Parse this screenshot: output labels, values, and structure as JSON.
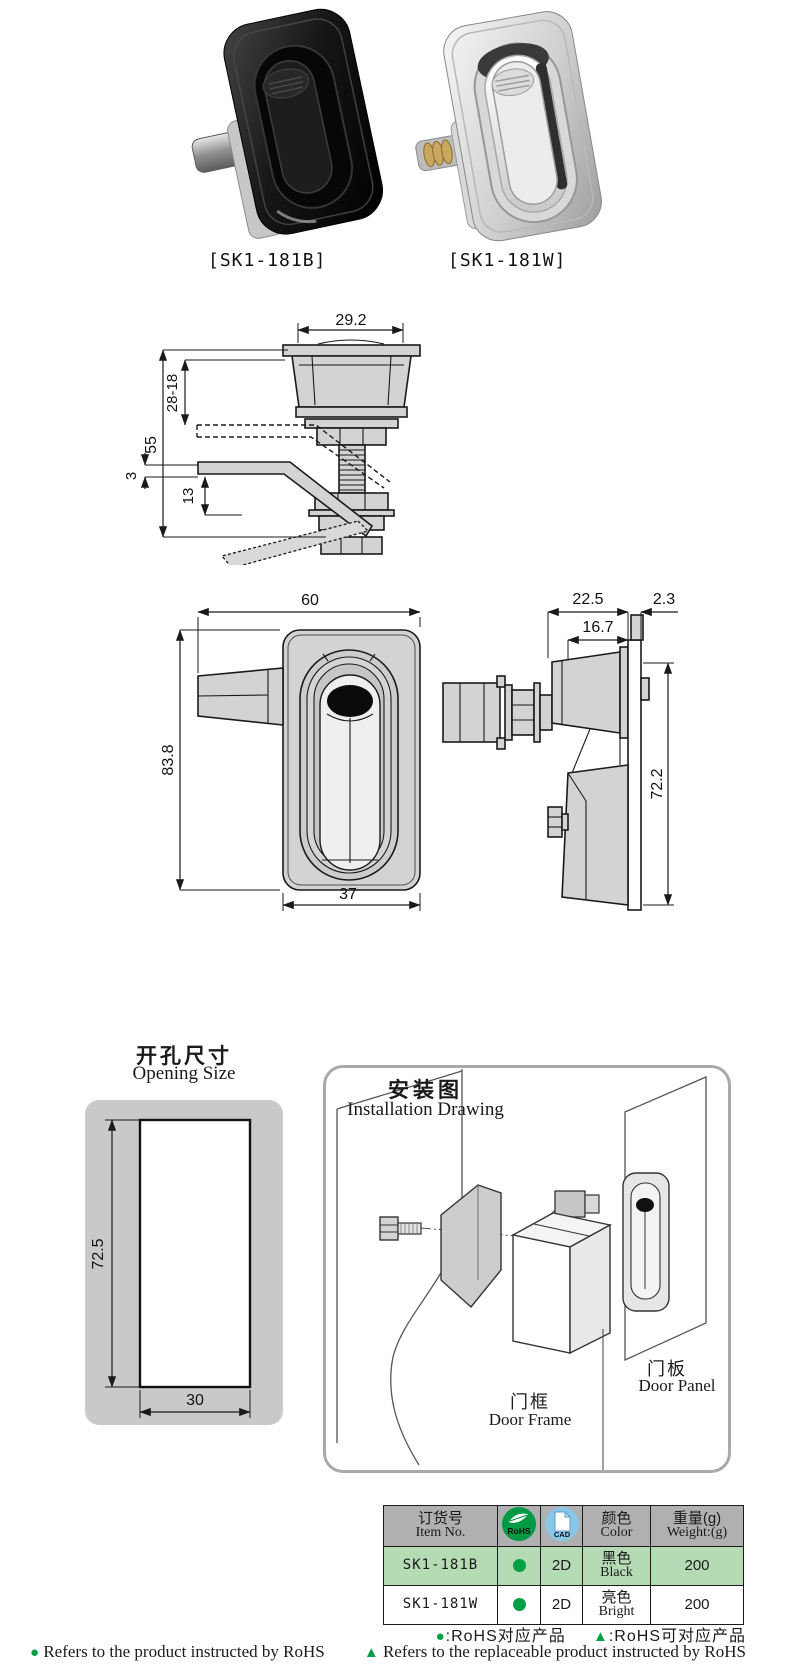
{
  "products": {
    "black": {
      "label": "[SK1-181B]"
    },
    "bright": {
      "label": "[SK1-181W]"
    }
  },
  "side_assembly": {
    "dim_width": "29.2",
    "dim_height": "55",
    "dim_grip": "28-18",
    "dim_panel": "3",
    "dim_hook": "13"
  },
  "front_view": {
    "dim_width": "60",
    "dim_height": "83.8",
    "dim_body": "37"
  },
  "profile_view": {
    "dim_depth": "22.5",
    "dim_panel": "2.3",
    "dim_inner": "16.7",
    "dim_height": "72.2"
  },
  "opening": {
    "title_zh": "开孔尺寸",
    "title_en": "Opening Size",
    "dim_height": "72.5",
    "dim_width": "30"
  },
  "installation": {
    "title_zh": "安装图",
    "title_en": "Installation Drawing",
    "door_frame_zh": "门框",
    "door_frame_en": "Door Frame",
    "door_panel_zh": "门板",
    "door_panel_en": "Door Panel"
  },
  "table": {
    "header": {
      "item_zh": "订货号",
      "item_en": "Item No.",
      "rohs": "RoHS",
      "cad": "CAD",
      "color_zh": "颜色",
      "color_en": "Color",
      "weight_zh": "重量(g)",
      "weight_en": "Weight:(g)"
    },
    "rows": [
      {
        "item": "SK1-181B",
        "cad": "2D",
        "color_zh": "黑色",
        "color_en": "Black",
        "weight": "200"
      },
      {
        "item": "SK1-181W",
        "cad": "2D",
        "color_zh": "亮色",
        "color_en": "Bright",
        "weight": "200"
      }
    ]
  },
  "legend": {
    "dot_symbol": "●",
    "tri_symbol": "▲",
    "dot_zh": ":RoHS对应产品",
    "tri_zh": ":RoHS可对应产品",
    "dot_en": "Refers to the product instructed by RoHS",
    "tri_en": "Refers to the replaceable product instructed by RoHS"
  },
  "colors": {
    "accent_green": "#00a046",
    "rohs_badge_green": "#009a44",
    "cad_badge_blue": "#8ac6e8",
    "row_green": "#b5dbb5",
    "header_gray": "#b0b0b0"
  }
}
